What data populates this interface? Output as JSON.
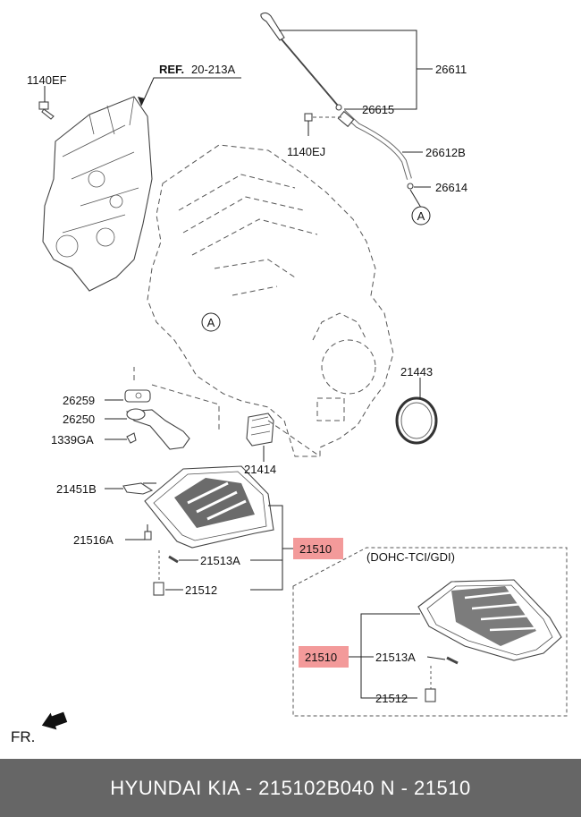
{
  "labels": {
    "ref": "REF.",
    "ref_code": "20-213A",
    "p1140EF": "1140EF",
    "p26611": "26611",
    "p26615": "26615",
    "p26612B": "26612B",
    "p1140EJ": "1140EJ",
    "p26614": "26614",
    "circleA": "A",
    "p21443": "21443",
    "p26259": "26259",
    "p26250": "26250",
    "p1339GA": "1339GA",
    "p21414": "21414",
    "p21451B": "21451B",
    "p21510": "21510",
    "p21516A": "21516A",
    "p21513A": "21513A",
    "p21512": "21512",
    "variant": "(DOHC-TCI/GDI)",
    "fr": "FR."
  },
  "footer": {
    "text": "HYUNDAI  KIA - 215102B040     N - 21510",
    "background": "#666666"
  },
  "highlight_color": "#f39a9a"
}
